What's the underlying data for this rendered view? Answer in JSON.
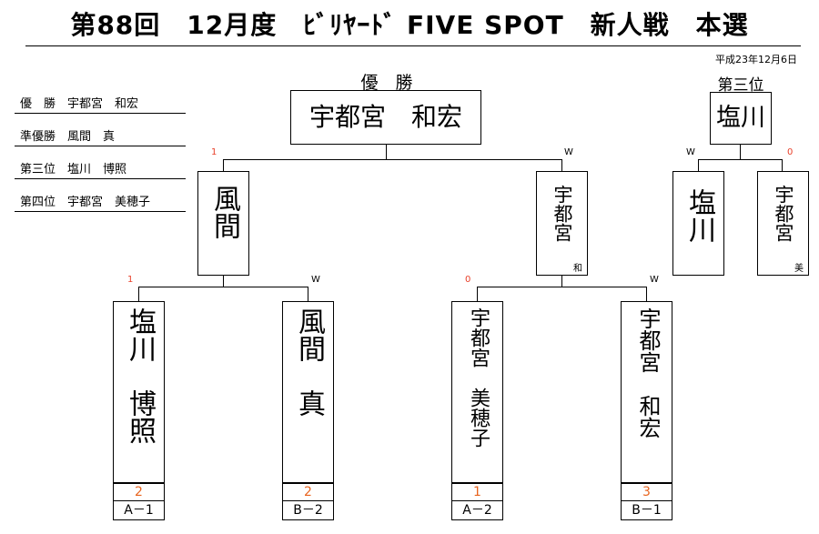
{
  "header": {
    "title": "第88回　12月度　ﾋﾞﾘﾔｰﾄﾞ FIVE SPOT　新人戦　本選",
    "date": "平成23年12月6日"
  },
  "legend": [
    {
      "label": "優　勝　宇都宮　和宏"
    },
    {
      "label": "準優勝　風間　真"
    },
    {
      "label": "第三位　塩川　博照"
    },
    {
      "label": "第四位　宇都宮　美穂子"
    }
  ],
  "champion": {
    "caption": "優　勝",
    "name": "宇都宮　和宏"
  },
  "third_place": {
    "caption": "第三位",
    "name": "塩川"
  },
  "semifinal": {
    "left": {
      "name": "風間",
      "score": "1"
    },
    "right": {
      "name": "宇都宮",
      "sub": "和",
      "score": "W"
    }
  },
  "third_match": {
    "left": {
      "name": "塩川",
      "score": "W"
    },
    "right": {
      "name": "宇都宮",
      "sub": "美",
      "score": "0"
    }
  },
  "quarterfinal": [
    {
      "name": "塩川　博照",
      "score": "1",
      "seed": "2",
      "group": "A－1"
    },
    {
      "name": "風間　真",
      "score": "W",
      "seed": "2",
      "group": "B－2"
    },
    {
      "name": "宇都宮　美穂子",
      "score": "0",
      "seed": "1",
      "group": "A－2"
    },
    {
      "name": "宇都宮　和宏",
      "score": "W",
      "seed": "3",
      "group": "B－1"
    }
  ],
  "colors": {
    "score_loss": "#e8402a",
    "seed": "#e8641e"
  }
}
